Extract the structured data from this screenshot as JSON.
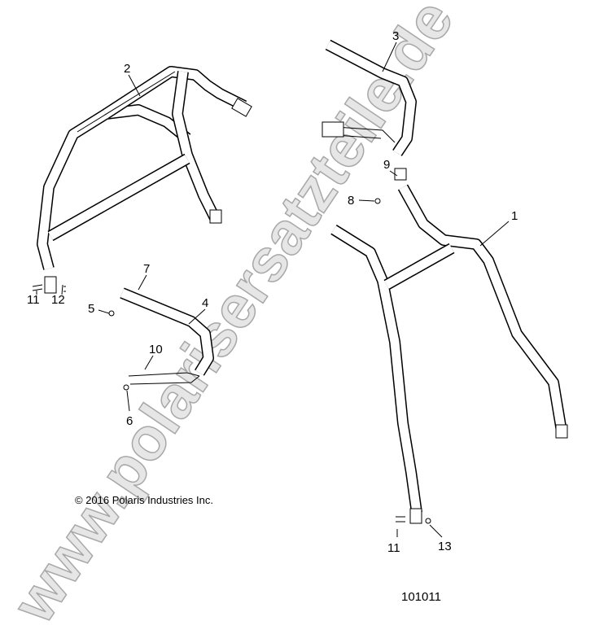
{
  "watermark": "www.polarisersatzteile.de",
  "callouts": {
    "c1": "1",
    "c2": "2",
    "c3": "3",
    "c4": "4",
    "c5": "5",
    "c6": "6",
    "c7": "7",
    "c8": "8",
    "c9": "9",
    "c10": "10",
    "c11a": "11",
    "c12": "12",
    "c11b": "11",
    "c13": "13"
  },
  "copyright": "© 2016 Polaris Industries Inc.",
  "diagram_number": "101011"
}
